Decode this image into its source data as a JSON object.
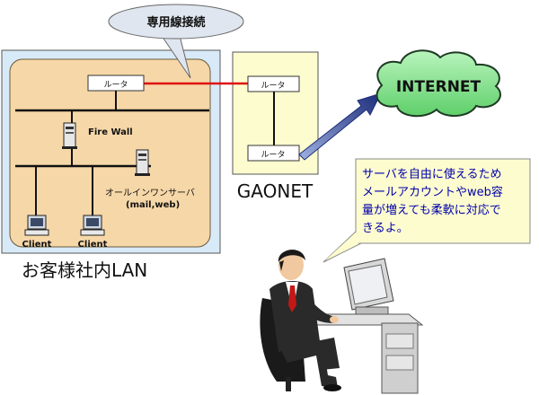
{
  "callout_top": "専用線接続",
  "router_label": "ルータ",
  "firewall_label": "Fire Wall",
  "server_label": "オールインワンサーバ",
  "server_sublabel": "(mail,web)",
  "client_label": "Client",
  "lan_label": "お客様社内LAN",
  "gaonet_label": "GAONET",
  "internet_label": "INTERNET",
  "speech_lines": [
    "サーバを自由に使えるため",
    "メールアカウントやweb容",
    "量が増えても柔軟に対応で",
    "きるよ。"
  ],
  "colors": {
    "lan_outer": "#d8eaf8",
    "lan_inner": "#f6d7a8",
    "gaonet_bg": "#fdfccf",
    "internet_cloud": "#7fe08a",
    "speech_text": "#0000aa",
    "leased_line": "#e01010",
    "arrow": "#2a3d8f"
  }
}
